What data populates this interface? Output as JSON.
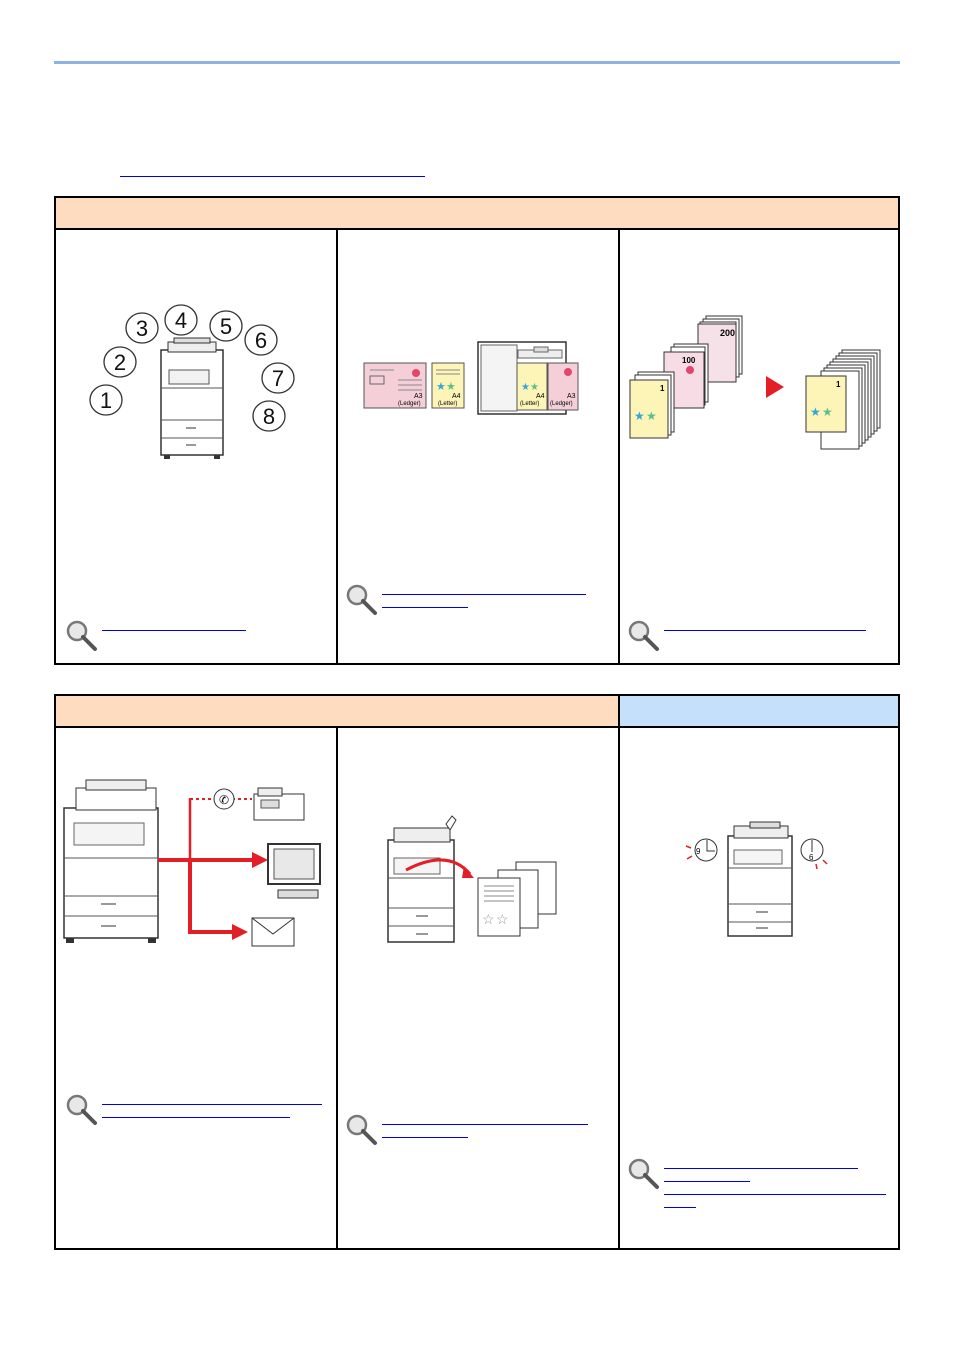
{
  "illustrations": {
    "panel1": {
      "numbers": [
        "1",
        "2",
        "3",
        "4",
        "5",
        "6",
        "7",
        "8"
      ]
    },
    "panel2": {
      "sizes": [
        "A3",
        "(Ledger)",
        "A4",
        "(Letter)",
        "A4",
        "(Letter)",
        "A3",
        "(Ledger)"
      ]
    },
    "panel3": {
      "page_numbers": [
        "200",
        "100",
        "1",
        "1"
      ]
    },
    "panel6": {
      "clock_left": "9",
      "clock_right": "6"
    }
  },
  "colors": {
    "rule": "#8db3e2",
    "header_orange": "#fddcbf",
    "header_blue": "#c4e0fb",
    "link": "#0000ee",
    "accent_red": "#e41e26"
  }
}
